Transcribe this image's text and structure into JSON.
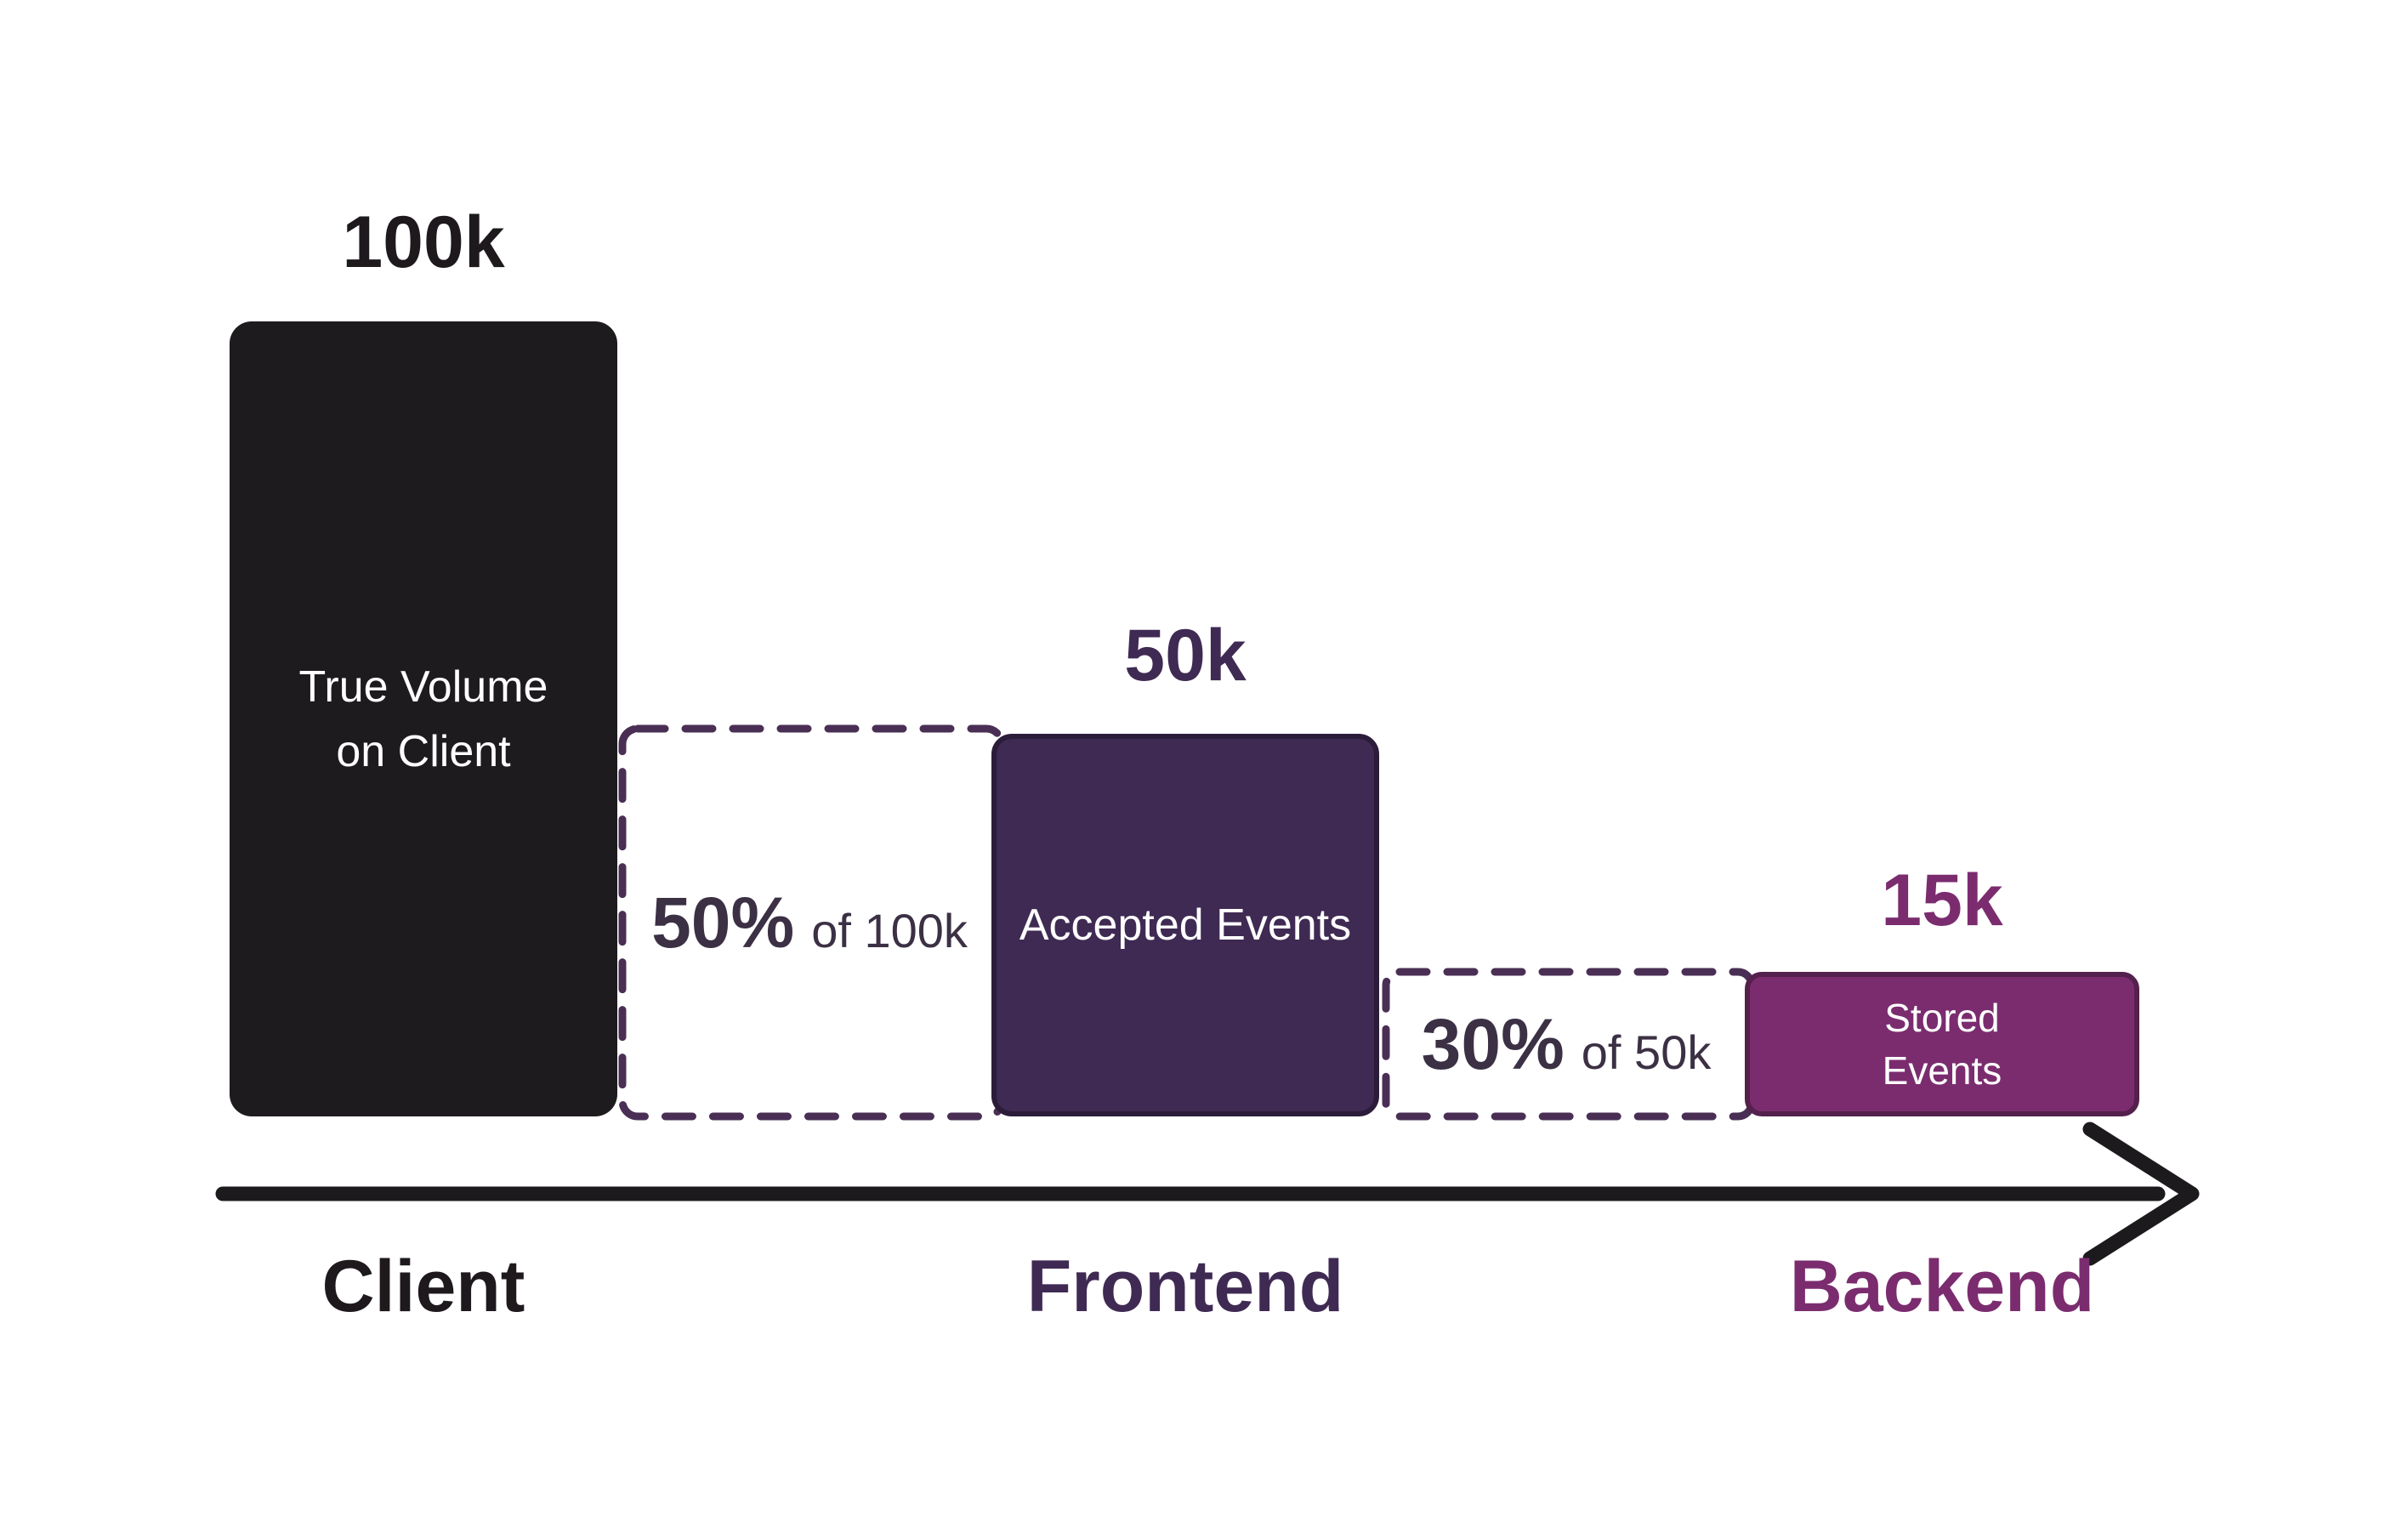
{
  "chart_data": {
    "type": "bar",
    "title": "",
    "categories": [
      "Client",
      "Frontend",
      "Backend"
    ],
    "values": [
      100000,
      50000,
      15000
    ],
    "value_labels": [
      "100k",
      "50k",
      "15k"
    ],
    "bar_labels": [
      "True Volume on Client",
      "Accepted Events",
      "Stored Events"
    ],
    "annotations": [
      "50% of 100k",
      "30% of 50k"
    ],
    "xlabel": "",
    "ylabel": "",
    "legend": "none",
    "grid": false,
    "axis_style": "horizontal arrow along the bottom pointing right"
  },
  "funnel": {
    "stages": [
      {
        "name": "Client",
        "value": "100k",
        "bar_label": "True Volume on Client",
        "bar_color": "#1e1b1e",
        "label_color": "#1d191d"
      },
      {
        "name": "Frontend",
        "value": "50k",
        "bar_label": "Accepted Events",
        "bar_color": "#3f2a53",
        "label_color": "#3f2a53"
      },
      {
        "name": "Backend",
        "value": "15k",
        "bar_label": "Stored Events",
        "bar_color": "#7b2c6f",
        "label_color": "#7b2c6f"
      }
    ],
    "annotations": [
      {
        "pct": "50%",
        "base": "of 100k"
      },
      {
        "pct": "30%",
        "base": "of 50k"
      }
    ],
    "colors": {
      "background": "#ffffff",
      "dashed_box_stroke": "#4a2f55",
      "annotation_text": "#3b3044",
      "axis_arrow": "#1d1a1d",
      "bar_text": "#ffffff"
    }
  }
}
